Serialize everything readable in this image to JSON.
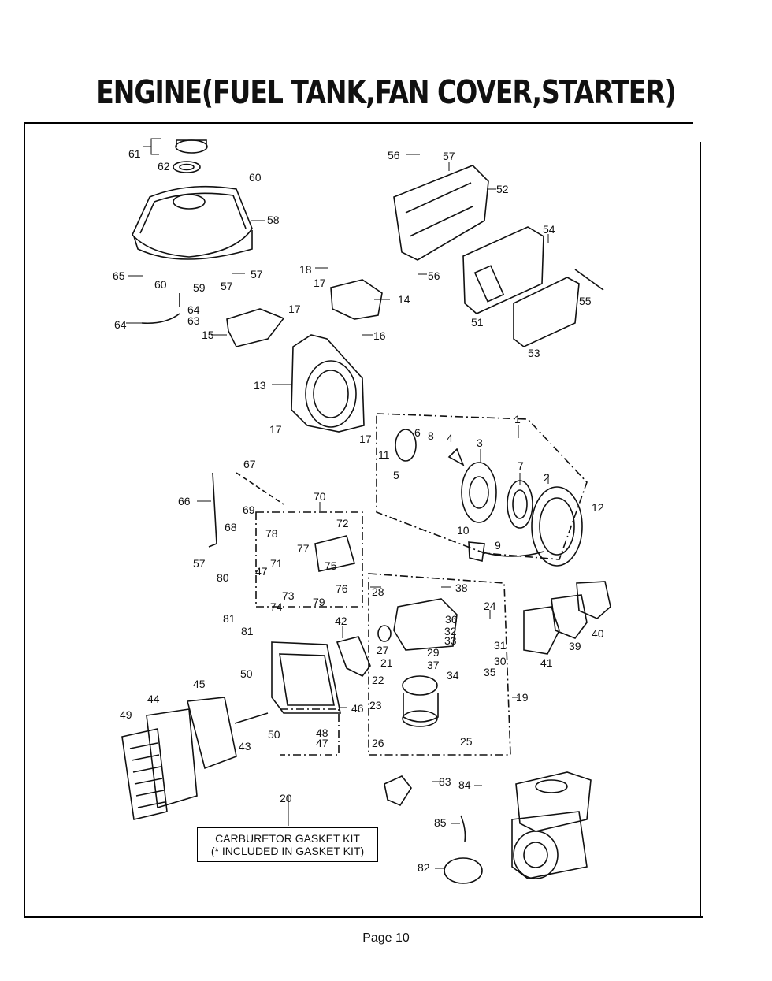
{
  "title": "ENGINE(FUEL TANK,FAN COVER,STARTER)",
  "kit_box": {
    "line1": "CARBURETOR GASKET KIT",
    "line2": "(* INCLUDED IN GASKET KIT)"
  },
  "page": "Page 10",
  "labels": [
    "61",
    "62",
    "60",
    "58",
    "65",
    "60",
    "59",
    "57",
    "57",
    "64",
    "63",
    "64",
    "15",
    "18",
    "17",
    "17",
    "14",
    "16",
    "13",
    "17",
    "17",
    "56",
    "57",
    "52",
    "56",
    "54",
    "51",
    "55",
    "53",
    "1",
    "6",
    "8",
    "4",
    "3",
    "7",
    "2",
    "11",
    "5",
    "12",
    "10",
    "9",
    "67",
    "66",
    "69",
    "70",
    "72",
    "68",
    "78",
    "77",
    "71",
    "75",
    "57",
    "80",
    "47",
    "73",
    "74",
    "76",
    "79",
    "81",
    "81",
    "42",
    "28",
    "38",
    "24",
    "36",
    "32",
    "33",
    "31",
    "30",
    "35",
    "34",
    "41",
    "39",
    "40",
    "27",
    "29",
    "37",
    "21",
    "22",
    "19",
    "23",
    "26",
    "25",
    "50",
    "45",
    "44",
    "49",
    "46",
    "43",
    "50",
    "48",
    "47",
    "83",
    "84",
    "85",
    "82",
    "20"
  ]
}
